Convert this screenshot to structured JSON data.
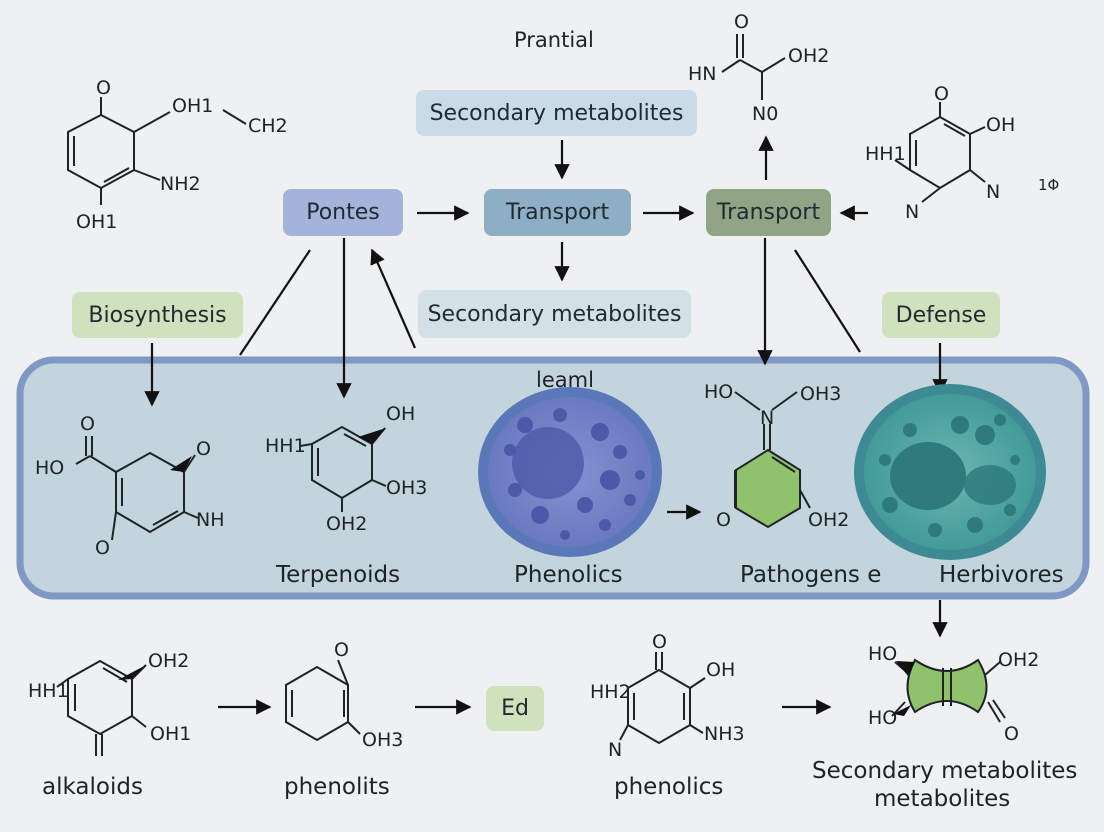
{
  "title": "Prantial",
  "boxes": {
    "secondary_top": "Secondary metabolites",
    "secondary_mid": "Secondary metabolites",
    "pontes": "Pontes",
    "transport_center": "Transport",
    "transport_right": "Transport",
    "biosynthesis": "Biosynthesis",
    "defense": "Defense",
    "ed": "Ed"
  },
  "band": {
    "label": "leaml"
  },
  "captions": {
    "terpenoids": "Terpenoids",
    "phenolics_cell": "Phenolics",
    "pathogens": "Pathogens e",
    "herbivores": "Herbivores",
    "alkaloids": "alkaloids",
    "phenolits": "phenolits",
    "phenolics_bottom": "phenolics",
    "secondary_line1": "Secondary metabolites",
    "secondary_line2": "metabolites"
  },
  "atoms": {
    "m1_o": "O",
    "m1_oh1": "OH1",
    "m1_ch2": "CH2",
    "m1_nh2": "NH2",
    "m1_oh1b": "OH1",
    "m2_o": "O",
    "m2_hn": "HN",
    "m2_oh2": "OH2",
    "m2_no": "N0",
    "m3_o": "O",
    "m3_oh": "OH",
    "m3_hh1": "HH1",
    "m3_n1": "N",
    "m3_n2": "N",
    "m3_tag": "1Φ",
    "m4_o": "O",
    "m4_ho": "HO",
    "m4_o2": "O",
    "m4_nh": "NH",
    "m4_o3": "O",
    "m5_hh1": "HH1",
    "m5_oh": "OH",
    "m5_oh3": "OH3",
    "m5_oh2": "OH2",
    "m6_ho": "HO",
    "m6_n": "N",
    "m6_oh3": "OH3",
    "m6_o": "O",
    "m6_oh2": "OH2",
    "m7_hh1": "HH1",
    "m7_oh2": "OH2",
    "m7_oh1": "OH1",
    "m8_o": "O",
    "m8_oh3": "OH3",
    "m9_o": "O",
    "m9_hh2": "HH2",
    "m9_oh": "OH",
    "m9_nh3": "NH3",
    "m9_n": "N",
    "m10_ho": "HO",
    "m10_oh2": "OH2",
    "m10_ho2": "HO",
    "m10_o": "O"
  },
  "colors": {
    "background": "#eef0f1",
    "band": "#c3d4dd",
    "band_border": "#7f99c4",
    "secondary_box": "#c9dbe6",
    "pontes_box": "#a5b2d9",
    "transport_center_box": "#8eaec6",
    "transport_right_box": "#8fa585",
    "green_box": "#cfe2bd",
    "ring_green": "#8fc26a",
    "cell_blue": "#8e9bd6",
    "cell_teal": "#6fb5b3"
  }
}
